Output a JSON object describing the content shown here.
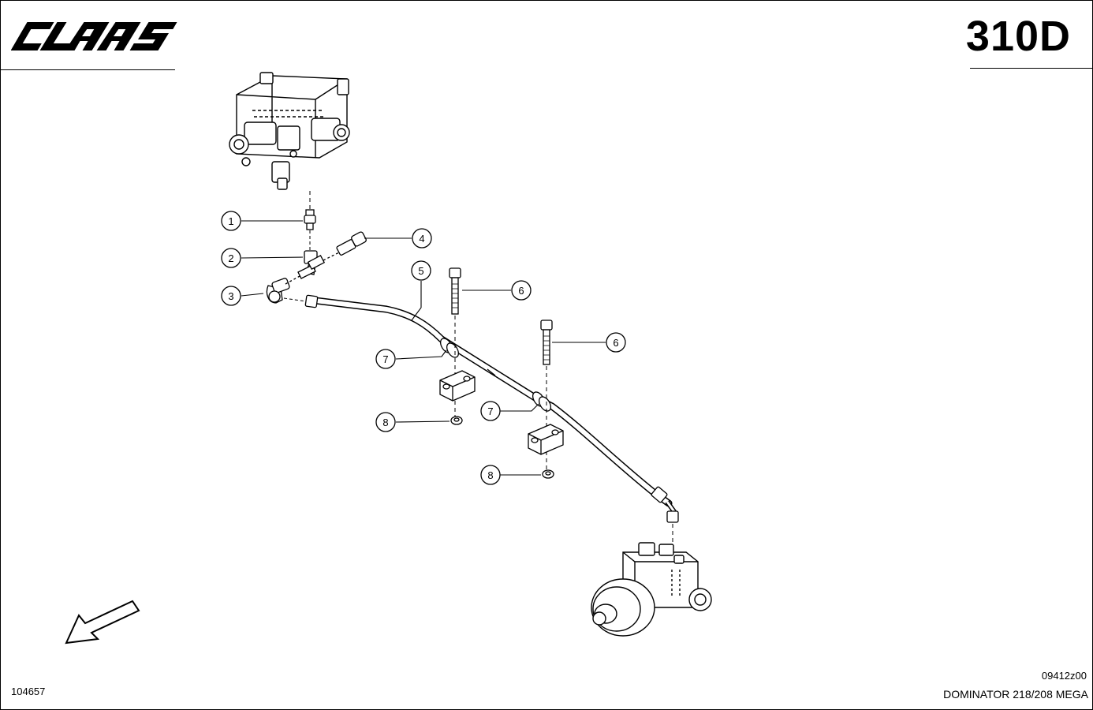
{
  "header": {
    "brand": "CLAAS",
    "page_code": "310D"
  },
  "footer": {
    "document_number": "104657",
    "drawing_code": "09412z00",
    "model": "DOMINATOR 218/208 MEGA"
  },
  "callouts": {
    "c1": "1",
    "c2": "2",
    "c3": "3",
    "c4": "4",
    "c5": "5",
    "c6a": "6",
    "c6b": "6",
    "c7a": "7",
    "c7b": "7",
    "c8a": "8",
    "c8b": "8"
  },
  "icons": {
    "brand_logo": "claas-logo",
    "direction": "direction-arrow-icon"
  }
}
